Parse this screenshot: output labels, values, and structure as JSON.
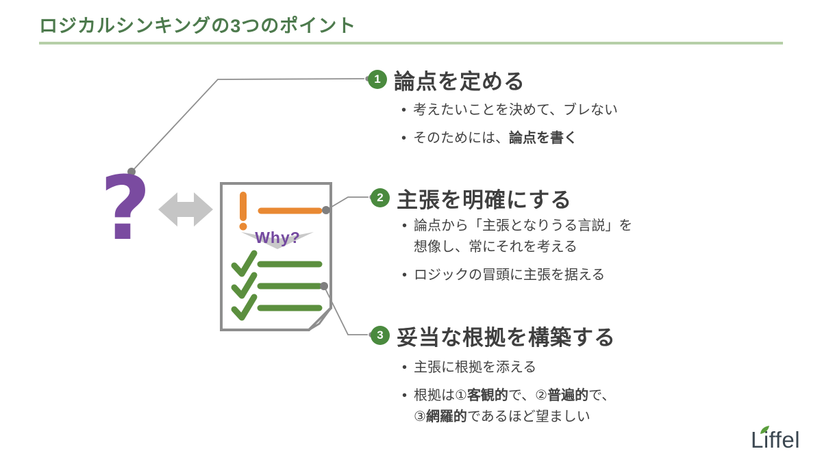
{
  "slide": {
    "title": "ロジカルシンキングの3つのポイント",
    "accent_green": "#4d7a4d",
    "underline_color": "#b6cfa8"
  },
  "diagram": {
    "question_mark": "?",
    "why_label": "Why?",
    "icons": {
      "question": "question-mark-icon",
      "arrow": "double-headed-arrow-icon",
      "document": "checklist-document-icon",
      "exclamation": "exclamation-icon",
      "checks": "checkmark-icon"
    },
    "colors": {
      "purple": "#7a4ba0",
      "orange": "#e98933",
      "green": "#5b8f3e",
      "arrow_gray": "#c5c5c5",
      "connector_gray": "#8f8f8f",
      "border_gray": "#8e8e8e"
    }
  },
  "sections": [
    {
      "number": "1",
      "heading": "論点を定める",
      "bullets": [
        {
          "lines": [
            [
              {
                "t": "考えたいことを決めて、ブレない"
              }
            ]
          ]
        },
        {
          "lines": [
            [
              {
                "t": "そのためには、"
              },
              {
                "t": "論点を書く",
                "b": true
              }
            ]
          ]
        }
      ]
    },
    {
      "number": "2",
      "heading": "主張を明確にする",
      "bullets": [
        {
          "lines": [
            [
              {
                "t": "論点から「主張となりうる言説」を"
              }
            ],
            [
              {
                "t": "想像し、常にそれを考える"
              }
            ]
          ]
        },
        {
          "lines": [
            [
              {
                "t": "ロジックの冒頭に主張を据える"
              }
            ]
          ]
        }
      ]
    },
    {
      "number": "3",
      "heading": "妥当な根拠を構築する",
      "bullets": [
        {
          "lines": [
            [
              {
                "t": "主張に根拠を添える"
              }
            ]
          ]
        },
        {
          "lines": [
            [
              {
                "t": "根拠は①"
              },
              {
                "t": "客観的",
                "b": true
              },
              {
                "t": "で、②"
              },
              {
                "t": "普遍的",
                "b": true
              },
              {
                "t": "で、"
              }
            ],
            [
              {
                "t": "③"
              },
              {
                "t": "網羅的",
                "b": true
              },
              {
                "t": "であるほど望ましい"
              }
            ]
          ]
        }
      ]
    }
  ],
  "logo": {
    "text": "Liffel",
    "color": "#3a4650",
    "leaf_color": "#5a9e3c"
  }
}
